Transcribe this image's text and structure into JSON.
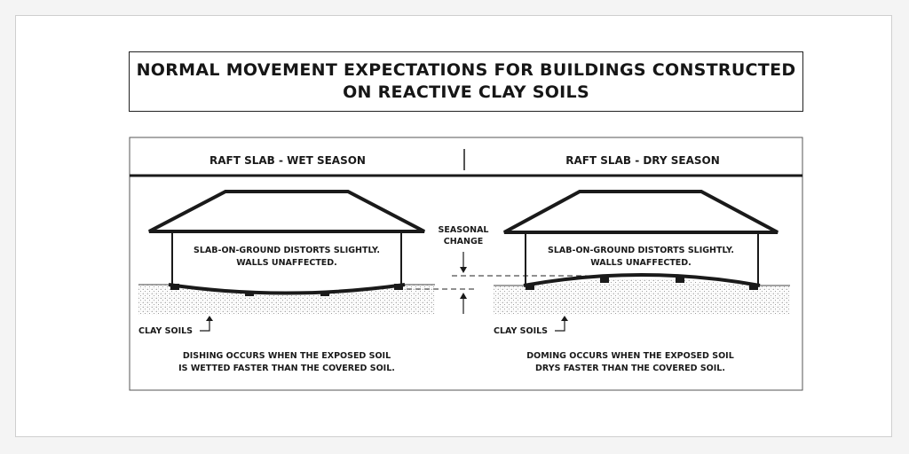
{
  "title": {
    "line1": "NORMAL MOVEMENT EXPECTATIONS FOR BUILDINGS CONSTRUCTED",
    "line2": "ON REACTIVE CLAY SOILS"
  },
  "panels": {
    "wet": {
      "heading": "RAFT SLAB - WET SEASON",
      "note_line1": "SLAB-ON-GROUND DISTORTS SLIGHTLY.",
      "note_line2": "WALLS UNAFFECTED.",
      "soil_label": "CLAY SOILS",
      "caption_line1": "DISHING OCCURS WHEN THE EXPOSED SOIL",
      "caption_line2": "IS WETTED FASTER THAN THE COVERED SOIL."
    },
    "dry": {
      "heading": "RAFT SLAB - DRY SEASON",
      "note_line1": "SLAB-ON-GROUND DISTORTS SLIGHTLY.",
      "note_line2": "WALLS UNAFFECTED.",
      "soil_label": "CLAY SOILS",
      "caption_line1": "DOMING OCCURS WHEN THE EXPOSED SOIL",
      "caption_line2": "DRYS FASTER THAN THE COVERED SOIL."
    }
  },
  "seasonal_change": {
    "line1": "SEASONAL",
    "line2": "CHANGE"
  }
}
